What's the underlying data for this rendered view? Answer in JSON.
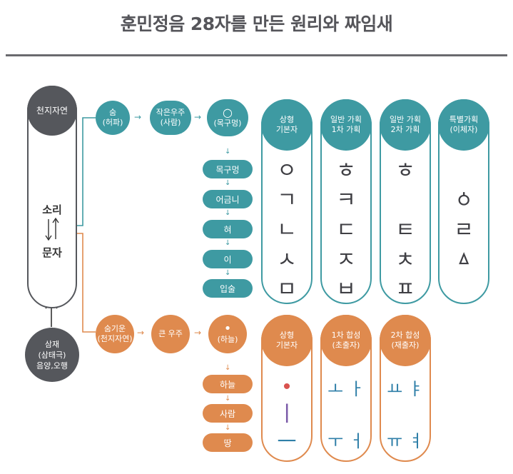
{
  "title": "훈민정음 28자를 만든 원리와 짜임새",
  "colors": {
    "teal": "#3e9aa2",
    "orange": "#df8a4e",
    "dark": "#55575c"
  },
  "left": {
    "top_label": "천지자연",
    "sound": "소리",
    "letter": "문자",
    "bottom_label": [
      "삼재",
      "(삼태극)",
      "음양,오행"
    ]
  },
  "consonant_flow": {
    "c1": [
      "숨",
      "(허파)"
    ],
    "c2": [
      "작은우주",
      "(사람)"
    ],
    "c3_symbol": "○",
    "c3_label": "(목구멍)",
    "organs": [
      "목구멍",
      "어금니",
      "혀",
      "이",
      "입술"
    ]
  },
  "vowel_flow": {
    "c1": [
      "숨기운",
      "(천지자연)"
    ],
    "c2": "큰 우주",
    "c3_symbol": "•",
    "c3_label": "(하늘)",
    "items": [
      "하늘",
      "사람",
      "땅"
    ]
  },
  "consonant_columns": [
    {
      "header": [
        "상형",
        "기본자"
      ],
      "letters": [
        "ㅇ",
        "ㄱ",
        "ㄴ",
        "ㅅ",
        "ㅁ"
      ]
    },
    {
      "header": [
        "일반 가획",
        "1차 가획"
      ],
      "letters": [
        "ㅎ",
        "ㅋ",
        "ㄷ",
        "ㅈ",
        "ㅂ"
      ]
    },
    {
      "header": [
        "일반 가획",
        "2차 가획"
      ],
      "letters": [
        "ㅎ",
        "",
        "ㅌ",
        "ㅊ",
        "ㅍ"
      ]
    },
    {
      "header": [
        "특별가획",
        "(이체자)"
      ],
      "letters": [
        "ㆁ",
        "ㄹ",
        "ㅿ"
      ]
    }
  ],
  "vowel_columns": [
    {
      "header": [
        "상형",
        "기본자"
      ],
      "letters": [
        "•",
        "ㅣ",
        "ㅡ"
      ]
    },
    {
      "header": [
        "1차 합성",
        "(초출자)"
      ],
      "letters": [
        "ㅗ ㅏ",
        "ㅜ ㅓ"
      ]
    },
    {
      "header": [
        "2차 합성",
        "(재출자)"
      ],
      "letters": [
        "ㅛ ㅑ",
        "ㅠ ㅕ"
      ]
    }
  ],
  "icons": [
    "arrow-right-icon",
    "arrow-down-icon",
    "updown-arrows-icon",
    "arrow-up-icon"
  ]
}
